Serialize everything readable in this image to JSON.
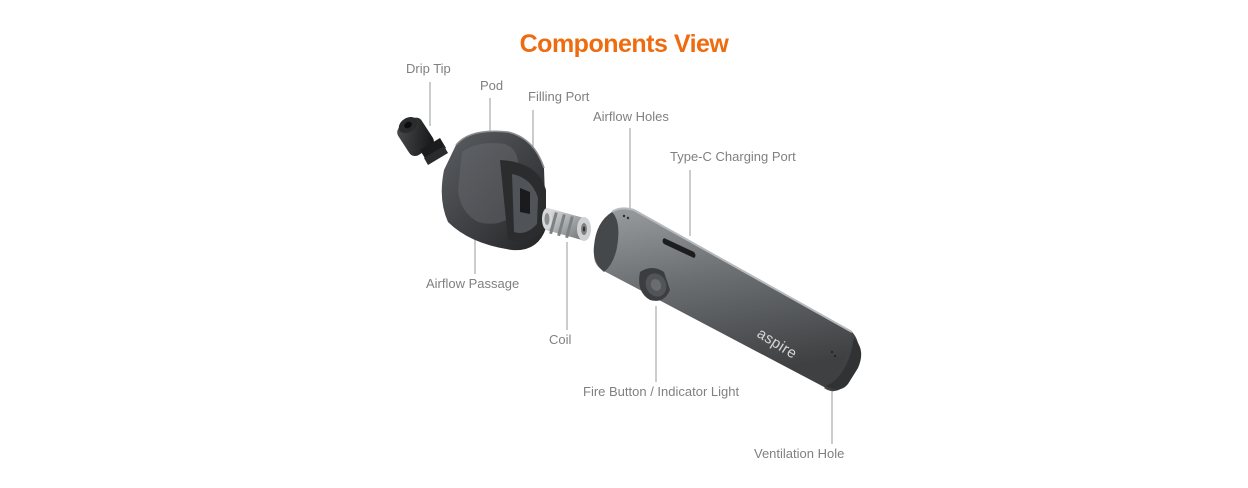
{
  "title": "Components View",
  "colors": {
    "title": "#ee6b10",
    "label": "#808080",
    "leader": "#999999",
    "body": "#6f7275",
    "pod": "#3f4144",
    "coil": "#b9bcbe"
  },
  "labels": {
    "drip_tip": "Drip Tip",
    "pod": "Pod",
    "filling_port": "Filling Port",
    "airflow_holes": "Airflow Holes",
    "type_c": "Type-C Charging Port",
    "airflow_passage": "Airflow Passage",
    "coil": "Coil",
    "fire_button": "Fire Button / Indicator Light",
    "ventilation_hole": "Ventilation Hole"
  },
  "brand": "aspire"
}
